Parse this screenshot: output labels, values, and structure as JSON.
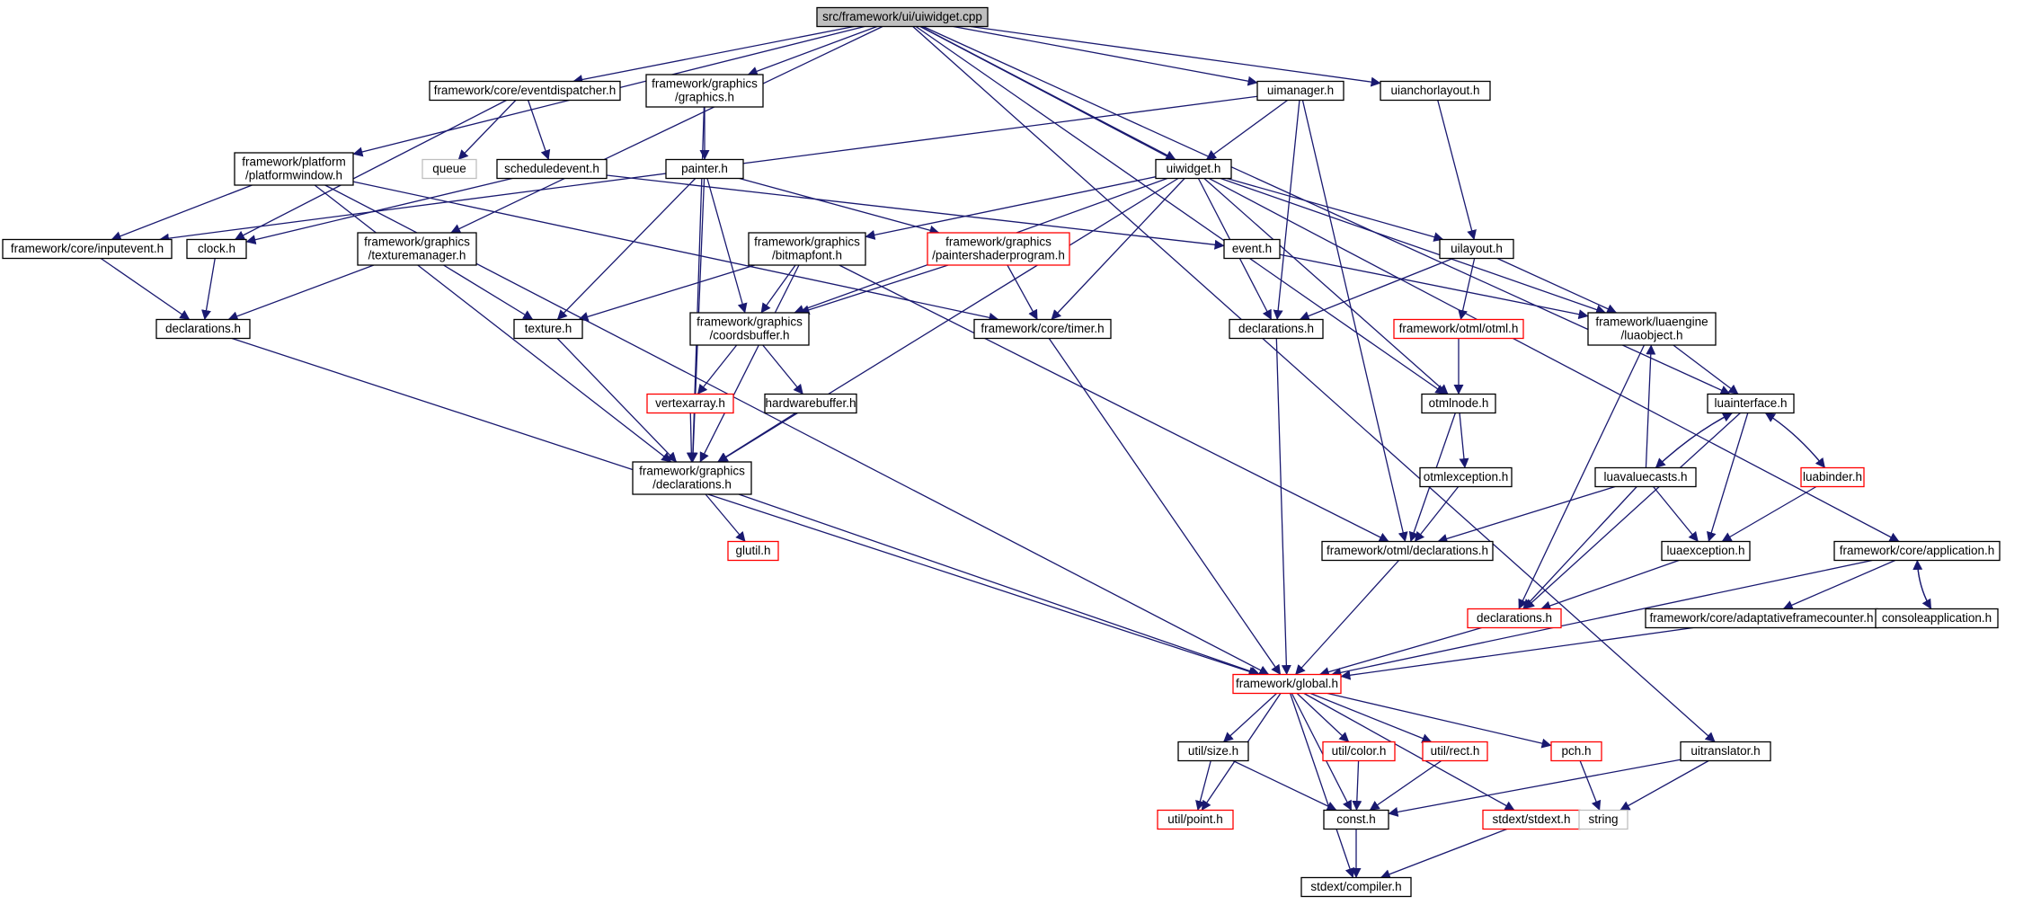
{
  "colors": {
    "edge": "#191970",
    "root_fill": "#bfbfbf",
    "truncated_border": "#ff0000",
    "external_border": "#bfbfbf"
  },
  "nodes": [
    {
      "id": "root",
      "lines": [
        "src/framework/ui/uiwidget.cpp"
      ],
      "kind": "root"
    },
    {
      "id": "eventdispatcher",
      "lines": [
        "framework/core/eventdispatcher.h"
      ]
    },
    {
      "id": "graphics",
      "lines": [
        "framework/graphics",
        "/graphics.h"
      ]
    },
    {
      "id": "uimanager",
      "lines": [
        "uimanager.h"
      ]
    },
    {
      "id": "uianchorlayout",
      "lines": [
        "uianchorlayout.h"
      ]
    },
    {
      "id": "queue",
      "lines": [
        "queue"
      ],
      "kind": "ext"
    },
    {
      "id": "scheduledevent",
      "lines": [
        "scheduledevent.h"
      ]
    },
    {
      "id": "platformwindow",
      "lines": [
        "framework/platform",
        "/platformwindow.h"
      ]
    },
    {
      "id": "painter",
      "lines": [
        "painter.h"
      ]
    },
    {
      "id": "uiwidget",
      "lines": [
        "uiwidget.h"
      ]
    },
    {
      "id": "inputevent",
      "lines": [
        "framework/core/inputevent.h"
      ]
    },
    {
      "id": "clock",
      "lines": [
        "clock.h"
      ]
    },
    {
      "id": "texturemanager",
      "lines": [
        "framework/graphics",
        "/texturemanager.h"
      ]
    },
    {
      "id": "bitmapfont",
      "lines": [
        "framework/graphics",
        "/bitmapfont.h"
      ]
    },
    {
      "id": "paintershaderprogram",
      "lines": [
        "framework/graphics",
        "/paintershaderprogram.h"
      ],
      "kind": "trunc"
    },
    {
      "id": "event",
      "lines": [
        "event.h"
      ]
    },
    {
      "id": "uilayout",
      "lines": [
        "uilayout.h"
      ]
    },
    {
      "id": "declarations_core",
      "lines": [
        "declarations.h"
      ]
    },
    {
      "id": "texture",
      "lines": [
        "texture.h"
      ]
    },
    {
      "id": "coordsbuffer",
      "lines": [
        "framework/graphics",
        "/coordsbuffer.h"
      ]
    },
    {
      "id": "timer",
      "lines": [
        "framework/core/timer.h"
      ]
    },
    {
      "id": "declarations_ui",
      "lines": [
        "declarations.h"
      ]
    },
    {
      "id": "otml",
      "lines": [
        "framework/otml/otml.h"
      ],
      "kind": "trunc"
    },
    {
      "id": "luaobject",
      "lines": [
        "framework/luaengine",
        "/luaobject.h"
      ]
    },
    {
      "id": "vertexarray",
      "lines": [
        "vertexarray.h"
      ],
      "kind": "trunc"
    },
    {
      "id": "hardwarebuffer",
      "lines": [
        "hardwarebuffer.h"
      ]
    },
    {
      "id": "otmlnode",
      "lines": [
        "otmlnode.h"
      ]
    },
    {
      "id": "luainterface",
      "lines": [
        "luainterface.h"
      ]
    },
    {
      "id": "graphics_declarations",
      "lines": [
        "framework/graphics",
        "/declarations.h"
      ]
    },
    {
      "id": "otmlexception",
      "lines": [
        "otmlexception.h"
      ]
    },
    {
      "id": "luavaluecasts",
      "lines": [
        "luavaluecasts.h"
      ]
    },
    {
      "id": "luabinder",
      "lines": [
        "luabinder.h"
      ],
      "kind": "trunc"
    },
    {
      "id": "glutil",
      "lines": [
        "glutil.h"
      ],
      "kind": "trunc"
    },
    {
      "id": "otml_declarations",
      "lines": [
        "framework/otml/declarations.h"
      ]
    },
    {
      "id": "luaexception",
      "lines": [
        "luaexception.h"
      ]
    },
    {
      "id": "application",
      "lines": [
        "framework/core/application.h"
      ]
    },
    {
      "id": "declarations_lua",
      "lines": [
        "declarations.h"
      ],
      "kind": "trunc"
    },
    {
      "id": "adaptativeframecounter",
      "lines": [
        "framework/core/adaptativeframecounter.h"
      ]
    },
    {
      "id": "consoleapplication",
      "lines": [
        "consoleapplication.h"
      ]
    },
    {
      "id": "global",
      "lines": [
        "framework/global.h"
      ],
      "kind": "trunc"
    },
    {
      "id": "size",
      "lines": [
        "util/size.h"
      ]
    },
    {
      "id": "color",
      "lines": [
        "util/color.h"
      ],
      "kind": "trunc"
    },
    {
      "id": "rect",
      "lines": [
        "util/rect.h"
      ],
      "kind": "trunc"
    },
    {
      "id": "pch",
      "lines": [
        "pch.h"
      ],
      "kind": "trunc"
    },
    {
      "id": "uitranslator",
      "lines": [
        "uitranslator.h"
      ]
    },
    {
      "id": "point",
      "lines": [
        "util/point.h"
      ],
      "kind": "trunc"
    },
    {
      "id": "const",
      "lines": [
        "const.h"
      ]
    },
    {
      "id": "stdext",
      "lines": [
        "stdext/stdext.h"
      ],
      "kind": "trunc"
    },
    {
      "id": "string",
      "lines": [
        "string"
      ],
      "kind": "ext"
    },
    {
      "id": "compiler",
      "lines": [
        "stdext/compiler.h"
      ]
    }
  ],
  "edges": [
    [
      "root",
      "eventdispatcher"
    ],
    [
      "root",
      "graphics"
    ],
    [
      "root",
      "uimanager"
    ],
    [
      "root",
      "uianchorlayout"
    ],
    [
      "root",
      "platformwindow"
    ],
    [
      "root",
      "texturemanager"
    ],
    [
      "root",
      "uiwidget"
    ],
    [
      "root",
      "luainterface"
    ],
    [
      "root",
      "application"
    ],
    [
      "root",
      "otmlnode"
    ],
    [
      "root",
      "uitranslator"
    ],
    [
      "eventdispatcher",
      "queue"
    ],
    [
      "eventdispatcher",
      "scheduledevent"
    ],
    [
      "eventdispatcher",
      "clock"
    ],
    [
      "graphics",
      "painter"
    ],
    [
      "graphics",
      "graphics_declarations"
    ],
    [
      "uimanager",
      "uiwidget"
    ],
    [
      "uimanager",
      "inputevent"
    ],
    [
      "uimanager",
      "declarations_ui"
    ],
    [
      "uimanager",
      "otml_declarations"
    ],
    [
      "uianchorlayout",
      "uilayout"
    ],
    [
      "scheduledevent",
      "clock"
    ],
    [
      "scheduledevent",
      "event"
    ],
    [
      "platformwindow",
      "inputevent"
    ],
    [
      "platformwindow",
      "timer"
    ],
    [
      "platformwindow",
      "graphics_declarations"
    ],
    [
      "platformwindow",
      "global"
    ],
    [
      "painter",
      "texture"
    ],
    [
      "painter",
      "coordsbuffer"
    ],
    [
      "painter",
      "paintershaderprogram"
    ],
    [
      "painter",
      "graphics_declarations"
    ],
    [
      "uiwidget",
      "bitmapfont"
    ],
    [
      "uiwidget",
      "coordsbuffer"
    ],
    [
      "uiwidget",
      "timer"
    ],
    [
      "uiwidget",
      "uilayout"
    ],
    [
      "uiwidget",
      "declarations_ui"
    ],
    [
      "uiwidget",
      "luaobject"
    ],
    [
      "uiwidget",
      "otmlnode"
    ],
    [
      "uiwidget",
      "graphics_declarations"
    ],
    [
      "inputevent",
      "declarations_core"
    ],
    [
      "clock",
      "declarations_core"
    ],
    [
      "texturemanager",
      "declarations_core"
    ],
    [
      "texturemanager",
      "texture"
    ],
    [
      "bitmapfont",
      "texture"
    ],
    [
      "bitmapfont",
      "coordsbuffer"
    ],
    [
      "bitmapfont",
      "graphics_declarations"
    ],
    [
      "bitmapfont",
      "otml_declarations"
    ],
    [
      "paintershaderprogram",
      "coordsbuffer"
    ],
    [
      "paintershaderprogram",
      "timer"
    ],
    [
      "event",
      "luaobject"
    ],
    [
      "uilayout",
      "declarations_ui"
    ],
    [
      "uilayout",
      "otml"
    ],
    [
      "uilayout",
      "luaobject"
    ],
    [
      "declarations_core",
      "global"
    ],
    [
      "texture",
      "graphics_declarations"
    ],
    [
      "coordsbuffer",
      "vertexarray"
    ],
    [
      "coordsbuffer",
      "hardwarebuffer"
    ],
    [
      "timer",
      "global"
    ],
    [
      "declarations_ui",
      "global"
    ],
    [
      "otml",
      "otmlnode"
    ],
    [
      "luaobject",
      "luainterface"
    ],
    [
      "luaobject",
      "declarations_lua"
    ],
    [
      "vertexarray",
      "graphics_declarations"
    ],
    [
      "hardwarebuffer",
      "graphics_declarations"
    ],
    [
      "otmlnode",
      "otmlexception"
    ],
    [
      "otmlnode",
      "otml_declarations"
    ],
    [
      "luainterface",
      "luavaluecasts"
    ],
    [
      "luainterface",
      "luabinder"
    ],
    [
      "luainterface",
      "luaexception"
    ],
    [
      "luainterface",
      "declarations_lua"
    ],
    [
      "graphics_declarations",
      "glutil"
    ],
    [
      "graphics_declarations",
      "global"
    ],
    [
      "otmlexception",
      "otml_declarations"
    ],
    [
      "luavaluecasts",
      "luaobject"
    ],
    [
      "luavaluecasts",
      "luainterface"
    ],
    [
      "luavaluecasts",
      "otml_declarations"
    ],
    [
      "luavaluecasts",
      "luaexception"
    ],
    [
      "luavaluecasts",
      "declarations_lua"
    ],
    [
      "luabinder",
      "luainterface"
    ],
    [
      "luabinder",
      "luaexception"
    ],
    [
      "otml_declarations",
      "global"
    ],
    [
      "luaexception",
      "declarations_lua"
    ],
    [
      "application",
      "adaptativeframecounter"
    ],
    [
      "application",
      "consoleapplication"
    ],
    [
      "application",
      "global"
    ],
    [
      "declarations_lua",
      "global"
    ],
    [
      "adaptativeframecounter",
      "global"
    ],
    [
      "consoleapplication",
      "application"
    ],
    [
      "global",
      "size"
    ],
    [
      "global",
      "color"
    ],
    [
      "global",
      "rect"
    ],
    [
      "global",
      "pch"
    ],
    [
      "global",
      "point"
    ],
    [
      "global",
      "const"
    ],
    [
      "global",
      "stdext"
    ],
    [
      "global",
      "compiler"
    ],
    [
      "size",
      "point"
    ],
    [
      "size",
      "const"
    ],
    [
      "color",
      "const"
    ],
    [
      "rect",
      "const"
    ],
    [
      "pch",
      "string"
    ],
    [
      "uitranslator",
      "const"
    ],
    [
      "uitranslator",
      "string"
    ],
    [
      "const",
      "compiler"
    ],
    [
      "stdext",
      "compiler"
    ]
  ]
}
